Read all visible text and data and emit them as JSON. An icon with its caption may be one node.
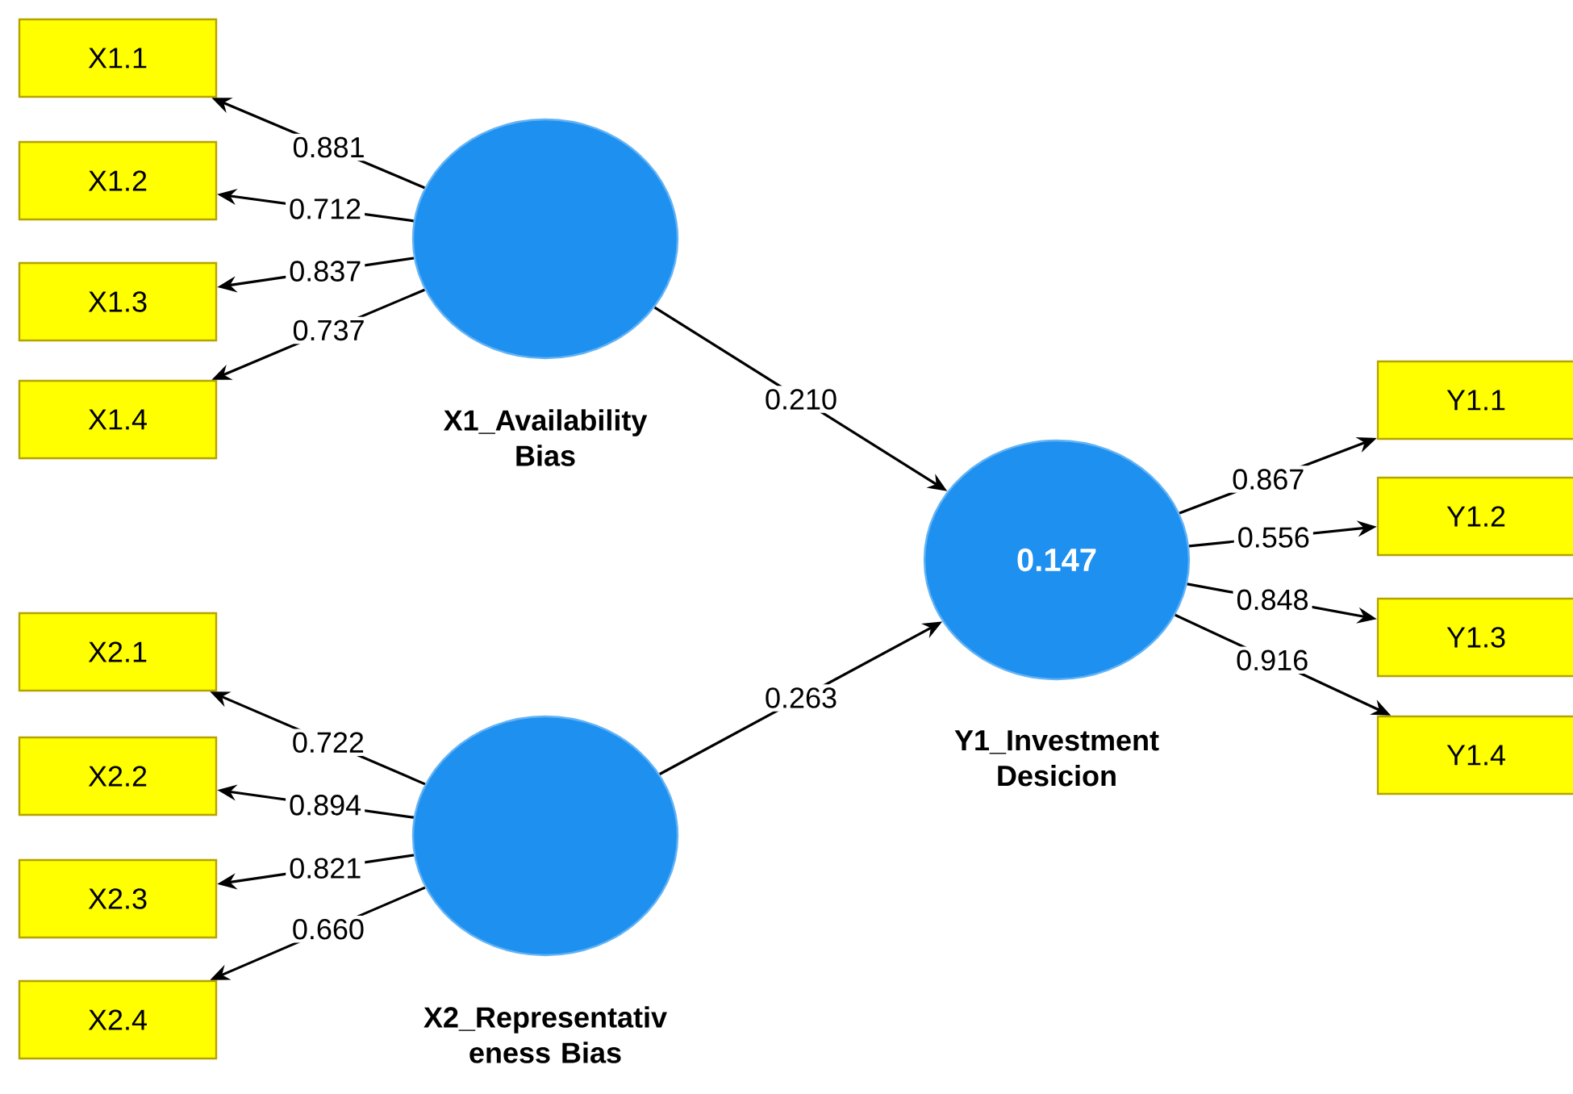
{
  "diagram": {
    "nodes": [
      {
        "text": [
          "X1.1"
        ]
      },
      {
        "text": [
          "X1.2"
        ]
      },
      {
        "text": [
          "X1.3"
        ]
      },
      {
        "text": [
          "X1.4"
        ]
      },
      {
        "text": [
          "X1_Availability Bias"
        ]
      },
      {
        "text": [
          "X2.1"
        ]
      },
      {
        "text": [
          "X2.2"
        ]
      },
      {
        "text": [
          "X2.3"
        ]
      },
      {
        "text": [
          "X2.4"
        ]
      },
      {
        "text": [
          "X2_Representativ eness Bias"
        ]
      },
      {
        "text": [
          "0.147",
          "Y1_Investment Desicion"
        ]
      },
      {
        "text": [
          "Y1.1"
        ]
      },
      {
        "text": [
          "Y1.2"
        ]
      },
      {
        "text": [
          "Y1.3"
        ]
      },
      {
        "text": [
          "Y1.4"
        ]
      }
    ],
    "edges": [
      {
        "from": 4,
        "to": 0,
        "arrow": "to",
        "label": "0.881"
      },
      {
        "from": 4,
        "to": 1,
        "arrow": "to",
        "label": "0.712"
      },
      {
        "from": 4,
        "to": 2,
        "arrow": "to",
        "label": "0.837"
      },
      {
        "from": 4,
        "to": 3,
        "arrow": "to",
        "label": "0.737"
      },
      {
        "from": 9,
        "to": 5,
        "arrow": "to",
        "label": "0.722"
      },
      {
        "from": 9,
        "to": 6,
        "arrow": "to",
        "label": "0.894"
      },
      {
        "from": 9,
        "to": 7,
        "arrow": "to",
        "label": "0.821"
      },
      {
        "from": 9,
        "to": 8,
        "arrow": "to",
        "label": "0.660"
      },
      {
        "from": 4,
        "to": 10,
        "arrow": "to",
        "label": "0.210"
      },
      {
        "from": 9,
        "to": 10,
        "arrow": "to",
        "label": "0.263"
      },
      {
        "from": 10,
        "to": 11,
        "arrow": "to",
        "label": "0.867"
      },
      {
        "from": 10,
        "to": 12,
        "arrow": "to",
        "label": "0.556"
      },
      {
        "from": 10,
        "to": 13,
        "arrow": "to",
        "label": "0.848"
      },
      {
        "from": 10,
        "to": 14,
        "arrow": "to",
        "label": "0.916"
      }
    ]
  }
}
